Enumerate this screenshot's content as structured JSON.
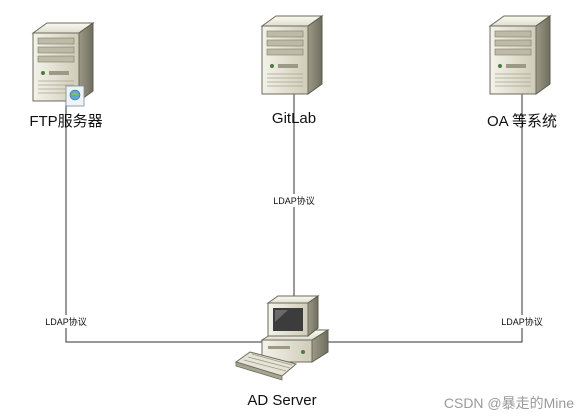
{
  "nodes": {
    "ftp": {
      "label": "FTP服务器",
      "icon": "server-icon"
    },
    "gitlab": {
      "label": "GitLab",
      "icon": "server-icon"
    },
    "oa": {
      "label": "OA 等系统",
      "icon": "server-icon"
    },
    "ad": {
      "label": "AD Server",
      "icon": "workstation-icon"
    }
  },
  "edges": {
    "ftp_ad": {
      "label": "LDAP协议"
    },
    "gitlab_ad": {
      "label": "LDAP协议"
    },
    "oa_ad": {
      "label": "LDAP协议"
    }
  },
  "watermark": {
    "text": "CSDN @暴走的Mine"
  },
  "colors": {
    "line": "#333333",
    "server_front": "#d9d7c7",
    "server_side": "#8e8c7a",
    "screen": "#3c3c3c"
  }
}
